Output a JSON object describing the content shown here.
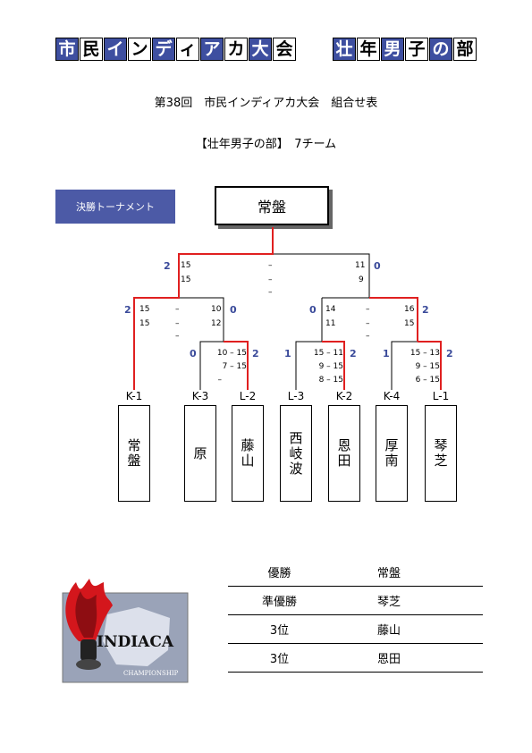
{
  "header": {
    "left_chars": [
      "市",
      "民",
      "イ",
      "ン",
      "デ",
      "ィ",
      "ア",
      "カ",
      "大",
      "会"
    ],
    "left_styles": [
      "b",
      "w",
      "b",
      "w",
      "b",
      "w",
      "b",
      "w",
      "b",
      "w"
    ],
    "right_chars": [
      "壮",
      "年",
      "男",
      "子",
      "の",
      "部"
    ],
    "right_styles": [
      "b",
      "w",
      "b",
      "w",
      "b",
      "w"
    ]
  },
  "title": "第38回　市民インディアカ大会　組合せ表",
  "subtitle": "【壮年男子の部】　7チーム",
  "badge": "決勝トーナメント",
  "champion": "常盤",
  "scores": {
    "final_left": [
      "15",
      "15"
    ],
    "final_dash": [
      "–",
      "–",
      "–"
    ],
    "final_right": [
      "11",
      "9"
    ],
    "final_left_wins": "2",
    "final_right_wins": "0",
    "sl_left": [
      "15",
      "15"
    ],
    "sl_dash": [
      "–",
      "–",
      "–"
    ],
    "sl_right": [
      "10",
      "12"
    ],
    "sl_left_wins": "2",
    "sl_right_wins": "0",
    "sr_left": [
      "14",
      "11"
    ],
    "sr_dash": [
      "–",
      "–",
      "–"
    ],
    "sr_right": [
      "16",
      "15"
    ],
    "sr_left_wins": "0",
    "sr_right_wins": "2",
    "q1_rows": [
      "10 –  15",
      "7 –  15",
      "–"
    ],
    "q1_left_wins": "0",
    "q1_right_wins": "2",
    "q2_rows": [
      "15 –  11",
      "9 –  15",
      "8 –  15"
    ],
    "q2_left_wins": "1",
    "q2_right_wins": "2",
    "q3_rows": [
      "15 –  13",
      "9 –  15",
      "6 –  15"
    ],
    "q3_left_wins": "1",
    "q3_right_wins": "2"
  },
  "teams": [
    {
      "code": "K-1",
      "name": "常盤"
    },
    {
      "code": "K-3",
      "name": "原"
    },
    {
      "code": "L-2",
      "name": "藤山"
    },
    {
      "code": "L-3",
      "name": "西岐波"
    },
    {
      "code": "K-2",
      "name": "恩田"
    },
    {
      "code": "K-4",
      "name": "厚南"
    },
    {
      "code": "L-1",
      "name": "琴芝"
    }
  ],
  "results": [
    {
      "rank": "優勝",
      "team": "常盤"
    },
    {
      "rank": "準優勝",
      "team": "琴芝"
    },
    {
      "rank": "3位",
      "team": "藤山"
    },
    {
      "rank": "3位",
      "team": "恩田"
    }
  ],
  "logo": {
    "text1": "INDIACA",
    "text2": "CHAMPIONSHIP"
  },
  "colors": {
    "header_blue": "#3e4fa0",
    "badge_blue": "#4c5aa6",
    "winner_line": "#e02020",
    "win_count": "#3a4a9a"
  }
}
